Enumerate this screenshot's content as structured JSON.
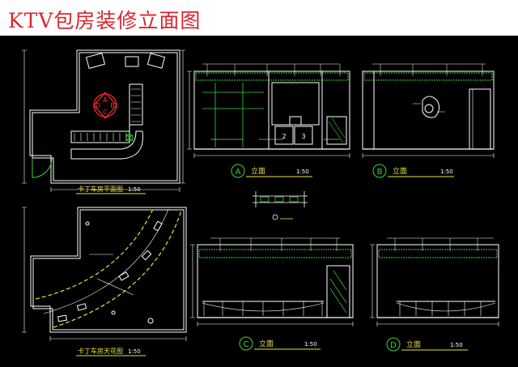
{
  "title": "KTV包房装修立面图",
  "colors": {
    "title": "#d8262d",
    "background": "#000000",
    "line_white": "#ffffff",
    "line_green": "#3fd13f",
    "line_yellow": "#e8e23a",
    "line_red": "#ff2a2a",
    "line_cyan": "#3fe0e0",
    "line_magenta": "#d84ad8"
  },
  "plan_views": [
    {
      "title": "卡丁车房平面图",
      "scale": "1:50"
    },
    {
      "title": "卡丁车房天花图",
      "scale": "1:50"
    }
  ],
  "elevations": [
    {
      "letter": "A",
      "label": "立面",
      "scale": "1:50"
    },
    {
      "letter": "B",
      "label": "立面",
      "scale": "1:50"
    },
    {
      "letter": "C",
      "label": "立面",
      "scale": "1:50"
    },
    {
      "letter": "D",
      "label": "立面",
      "scale": "1:50"
    }
  ],
  "compass_letters": [
    "A",
    "B",
    "C",
    "D"
  ],
  "cabinet_numbers": [
    "2",
    "3"
  ]
}
